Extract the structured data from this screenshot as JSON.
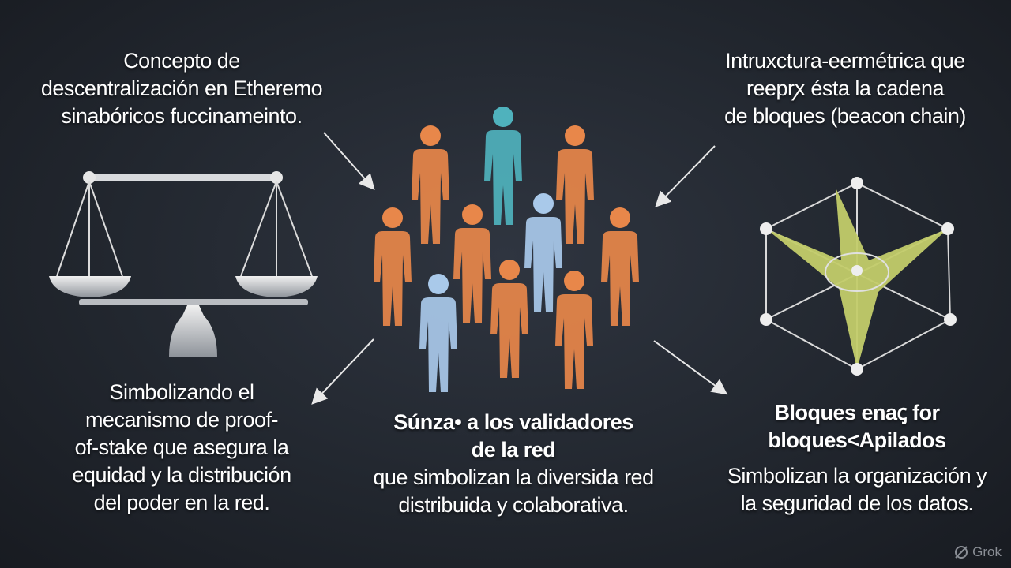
{
  "top_left": {
    "lines": [
      "Concepto de",
      "descentralización en Etheremo",
      "sinabóricos fuccinameinto."
    ]
  },
  "top_right": {
    "lines": [
      "Intruxctura-eermétrica que",
      "reeprꭗ ésta la cadena",
      "de bloques (beacon chain)"
    ]
  },
  "bottom_left": {
    "lines": [
      "Simbolizando el",
      "mecanismo de proof-",
      "of-stake que asegura la",
      "equidad y la distribución",
      "del poder en la red."
    ]
  },
  "bottom_center": {
    "title_lines": [
      "Súnza• a los validadores",
      "de la red"
    ],
    "lines": [
      "que simbolizan la diversida red",
      "distribuida y colaborativa."
    ]
  },
  "bottom_right": {
    "title_lines": [
      "Bloques enaꞔ for",
      "bloques<Apilados"
    ],
    "lines": [
      "Simbolizan la organización y",
      "la seguridad de los datos."
    ]
  },
  "watermark": {
    "label": "Grok",
    "icon": "grok-logo-icon"
  },
  "colors": {
    "orange": "#e8874a",
    "teal": "#4fb2bd",
    "light_blue": "#a9c9ea",
    "hexagon_fill": "#c3cc6a"
  }
}
